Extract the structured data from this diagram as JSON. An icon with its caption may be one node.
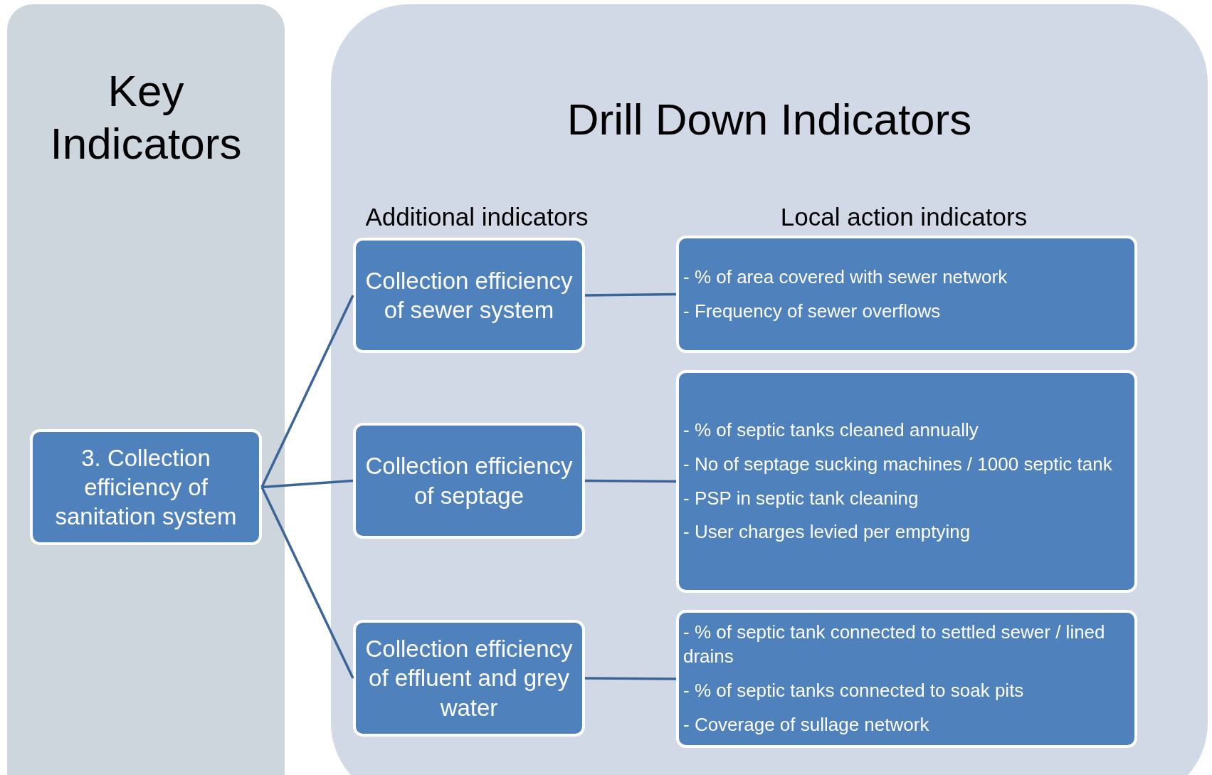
{
  "diagram": {
    "nodes": [
      {
        "text": [
          "Key Indicators"
        ]
      },
      {
        "text": [
          "Drill Down Indicators"
        ]
      },
      {
        "text": [
          "3. Collection efficiency of sanitation system"
        ],
        "in": 0
      },
      {
        "text": [
          "Collection efficiency of sewer system"
        ],
        "in": 1
      },
      {
        "text": [
          "Collection efficiency of septage"
        ],
        "in": 1
      },
      {
        "text": [
          "Collection efficiency of effluent and grey water"
        ],
        "in": 1
      },
      {
        "text": [
          "- % of area covered with sewer network",
          "- Frequency of sewer overflows"
        ],
        "in": 1
      },
      {
        "text": [
          "- % of septic tanks cleaned annually",
          "- No of septage sucking machines / 1000 septic tank",
          "- PSP in septic tank cleaning",
          "- User charges levied per emptying"
        ],
        "in": 1
      },
      {
        "text": [
          "- % of septic tank connected to settled sewer / lined drains",
          "- % of septic tanks connected to soak pits",
          "- Coverage of sullage network"
        ],
        "in": 1
      }
    ],
    "edges": [
      {
        "from": 2,
        "to": 3,
        "arrow": "none"
      },
      {
        "from": 2,
        "to": 4,
        "arrow": "none"
      },
      {
        "from": 2,
        "to": 5,
        "arrow": "none"
      },
      {
        "from": 3,
        "to": 6,
        "arrow": "none"
      },
      {
        "from": 4,
        "to": 7,
        "arrow": "none"
      },
      {
        "from": 5,
        "to": 8,
        "arrow": "none"
      }
    ],
    "labels": [
      "Additional indicators",
      "Local action indicators"
    ]
  }
}
